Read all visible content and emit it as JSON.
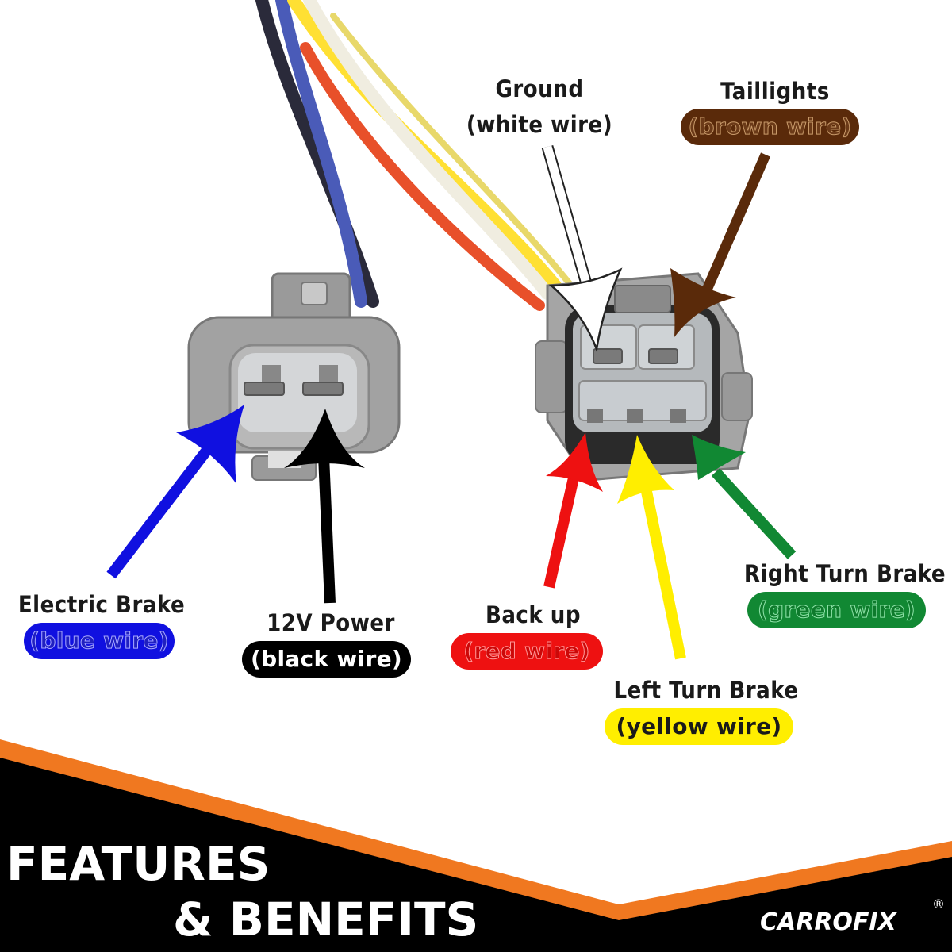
{
  "labels": {
    "ground": {
      "title": "Ground",
      "wire": "(white wire)"
    },
    "taillights": {
      "title": "Taillights",
      "wire": "(brown wire)"
    },
    "electric_brake": {
      "title": "Electric Brake",
      "wire": "(blue wire)"
    },
    "power": {
      "title": "12V Power",
      "wire": "(black wire)"
    },
    "backup": {
      "title": "Back up",
      "wire": "(red wire)"
    },
    "right_turn": {
      "title": "Right Turn Brake",
      "wire": "(green wire)"
    },
    "left_turn": {
      "title": "Left Turn Brake",
      "wire": "(yellow wire)"
    }
  },
  "footer": {
    "line1": "FEATURES",
    "line2": "& BENEFITS",
    "brand": "CARROFIX",
    "registered": "®"
  },
  "colors": {
    "blue": "#1010e0",
    "black": "#000000",
    "red": "#ee1111",
    "yellow": "#ffee00",
    "green": "#118833",
    "brown": "#5a2a0a",
    "orange": "#f07820"
  }
}
